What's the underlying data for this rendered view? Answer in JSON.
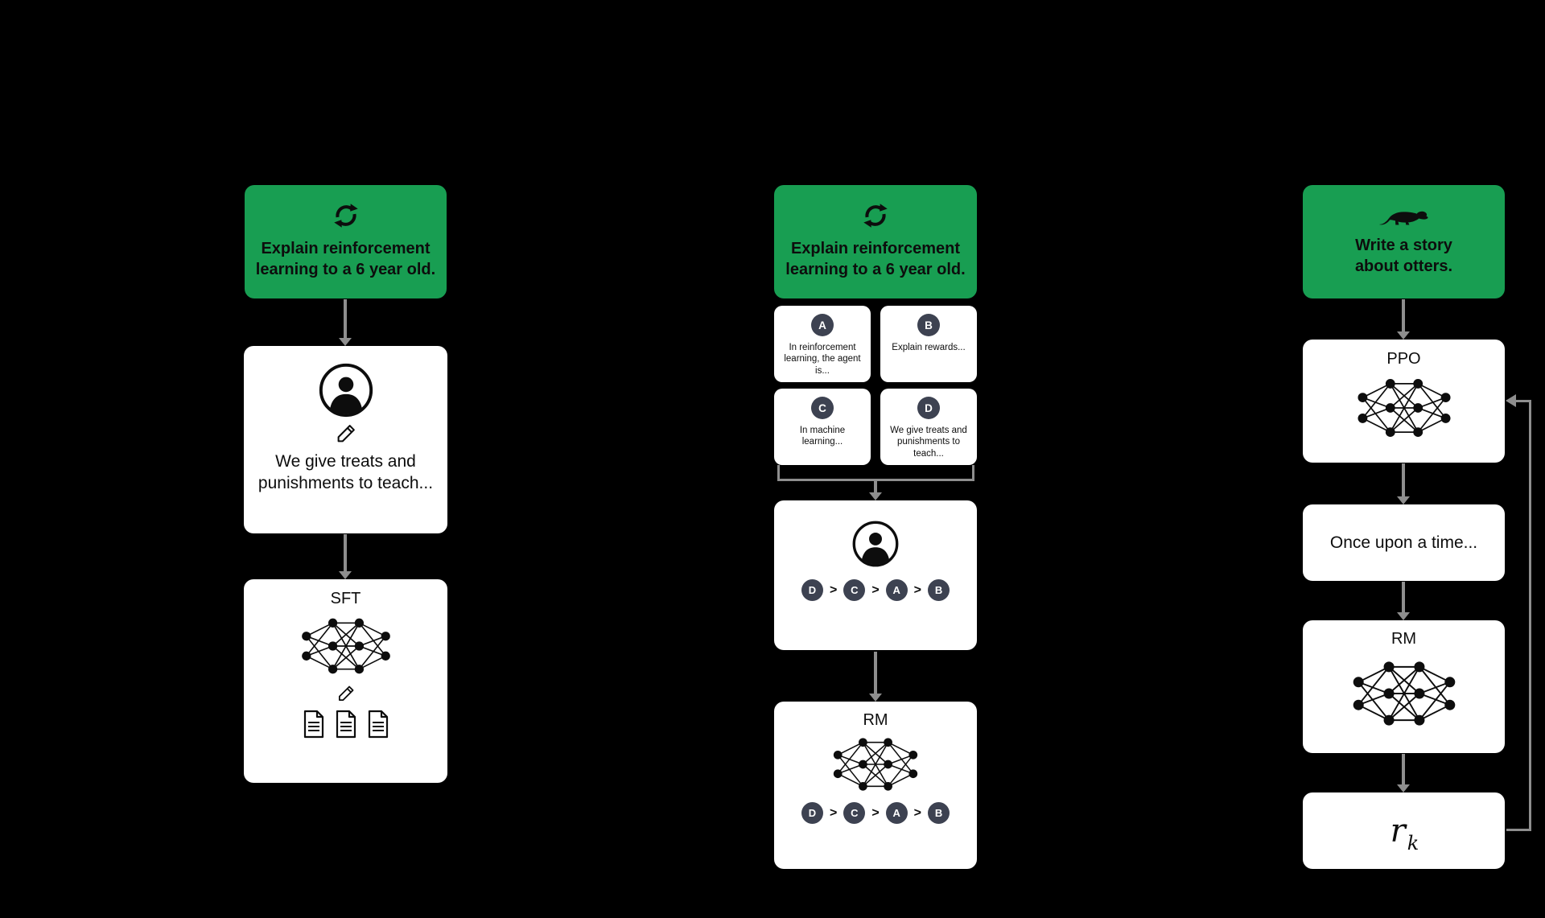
{
  "colors": {
    "background": "#000000",
    "prompt_green": "#189e52",
    "card_white": "#ffffff",
    "badge_slate": "#3d4251",
    "arrow_gray": "#8e8e8e",
    "ink": "#0d0d0d"
  },
  "icons": {
    "cycle": "circular-refresh-arrows",
    "otter": "otter-silhouette",
    "person": "human-in-circle",
    "pencil": "pencil-edit",
    "network": "neural-network-nodes",
    "documents": "three-documents"
  },
  "sft_column": {
    "prompt": "Explain reinforcement learning to a 6 year old.",
    "demonstration": "We give treats and punishments to teach...",
    "model_label": "SFT"
  },
  "rm_column": {
    "prompt": "Explain reinforcement learning to a 6 year old.",
    "answers": [
      {
        "badge": "A",
        "text": "In reinforcement learning, the agent is..."
      },
      {
        "badge": "B",
        "text": "Explain rewards..."
      },
      {
        "badge": "C",
        "text": "In machine learning..."
      },
      {
        "badge": "D",
        "text": "We give treats and punishments to teach..."
      }
    ],
    "ranking": [
      "D",
      "C",
      "A",
      "B"
    ],
    "rank_separator": ">",
    "model_label": "RM"
  },
  "ppo_column": {
    "prompt": "Write a story about otters.",
    "policy_label": "PPO",
    "sample_output": "Once upon a time...",
    "reward_model_label": "RM",
    "reward_base": "r",
    "reward_sub": "k"
  }
}
